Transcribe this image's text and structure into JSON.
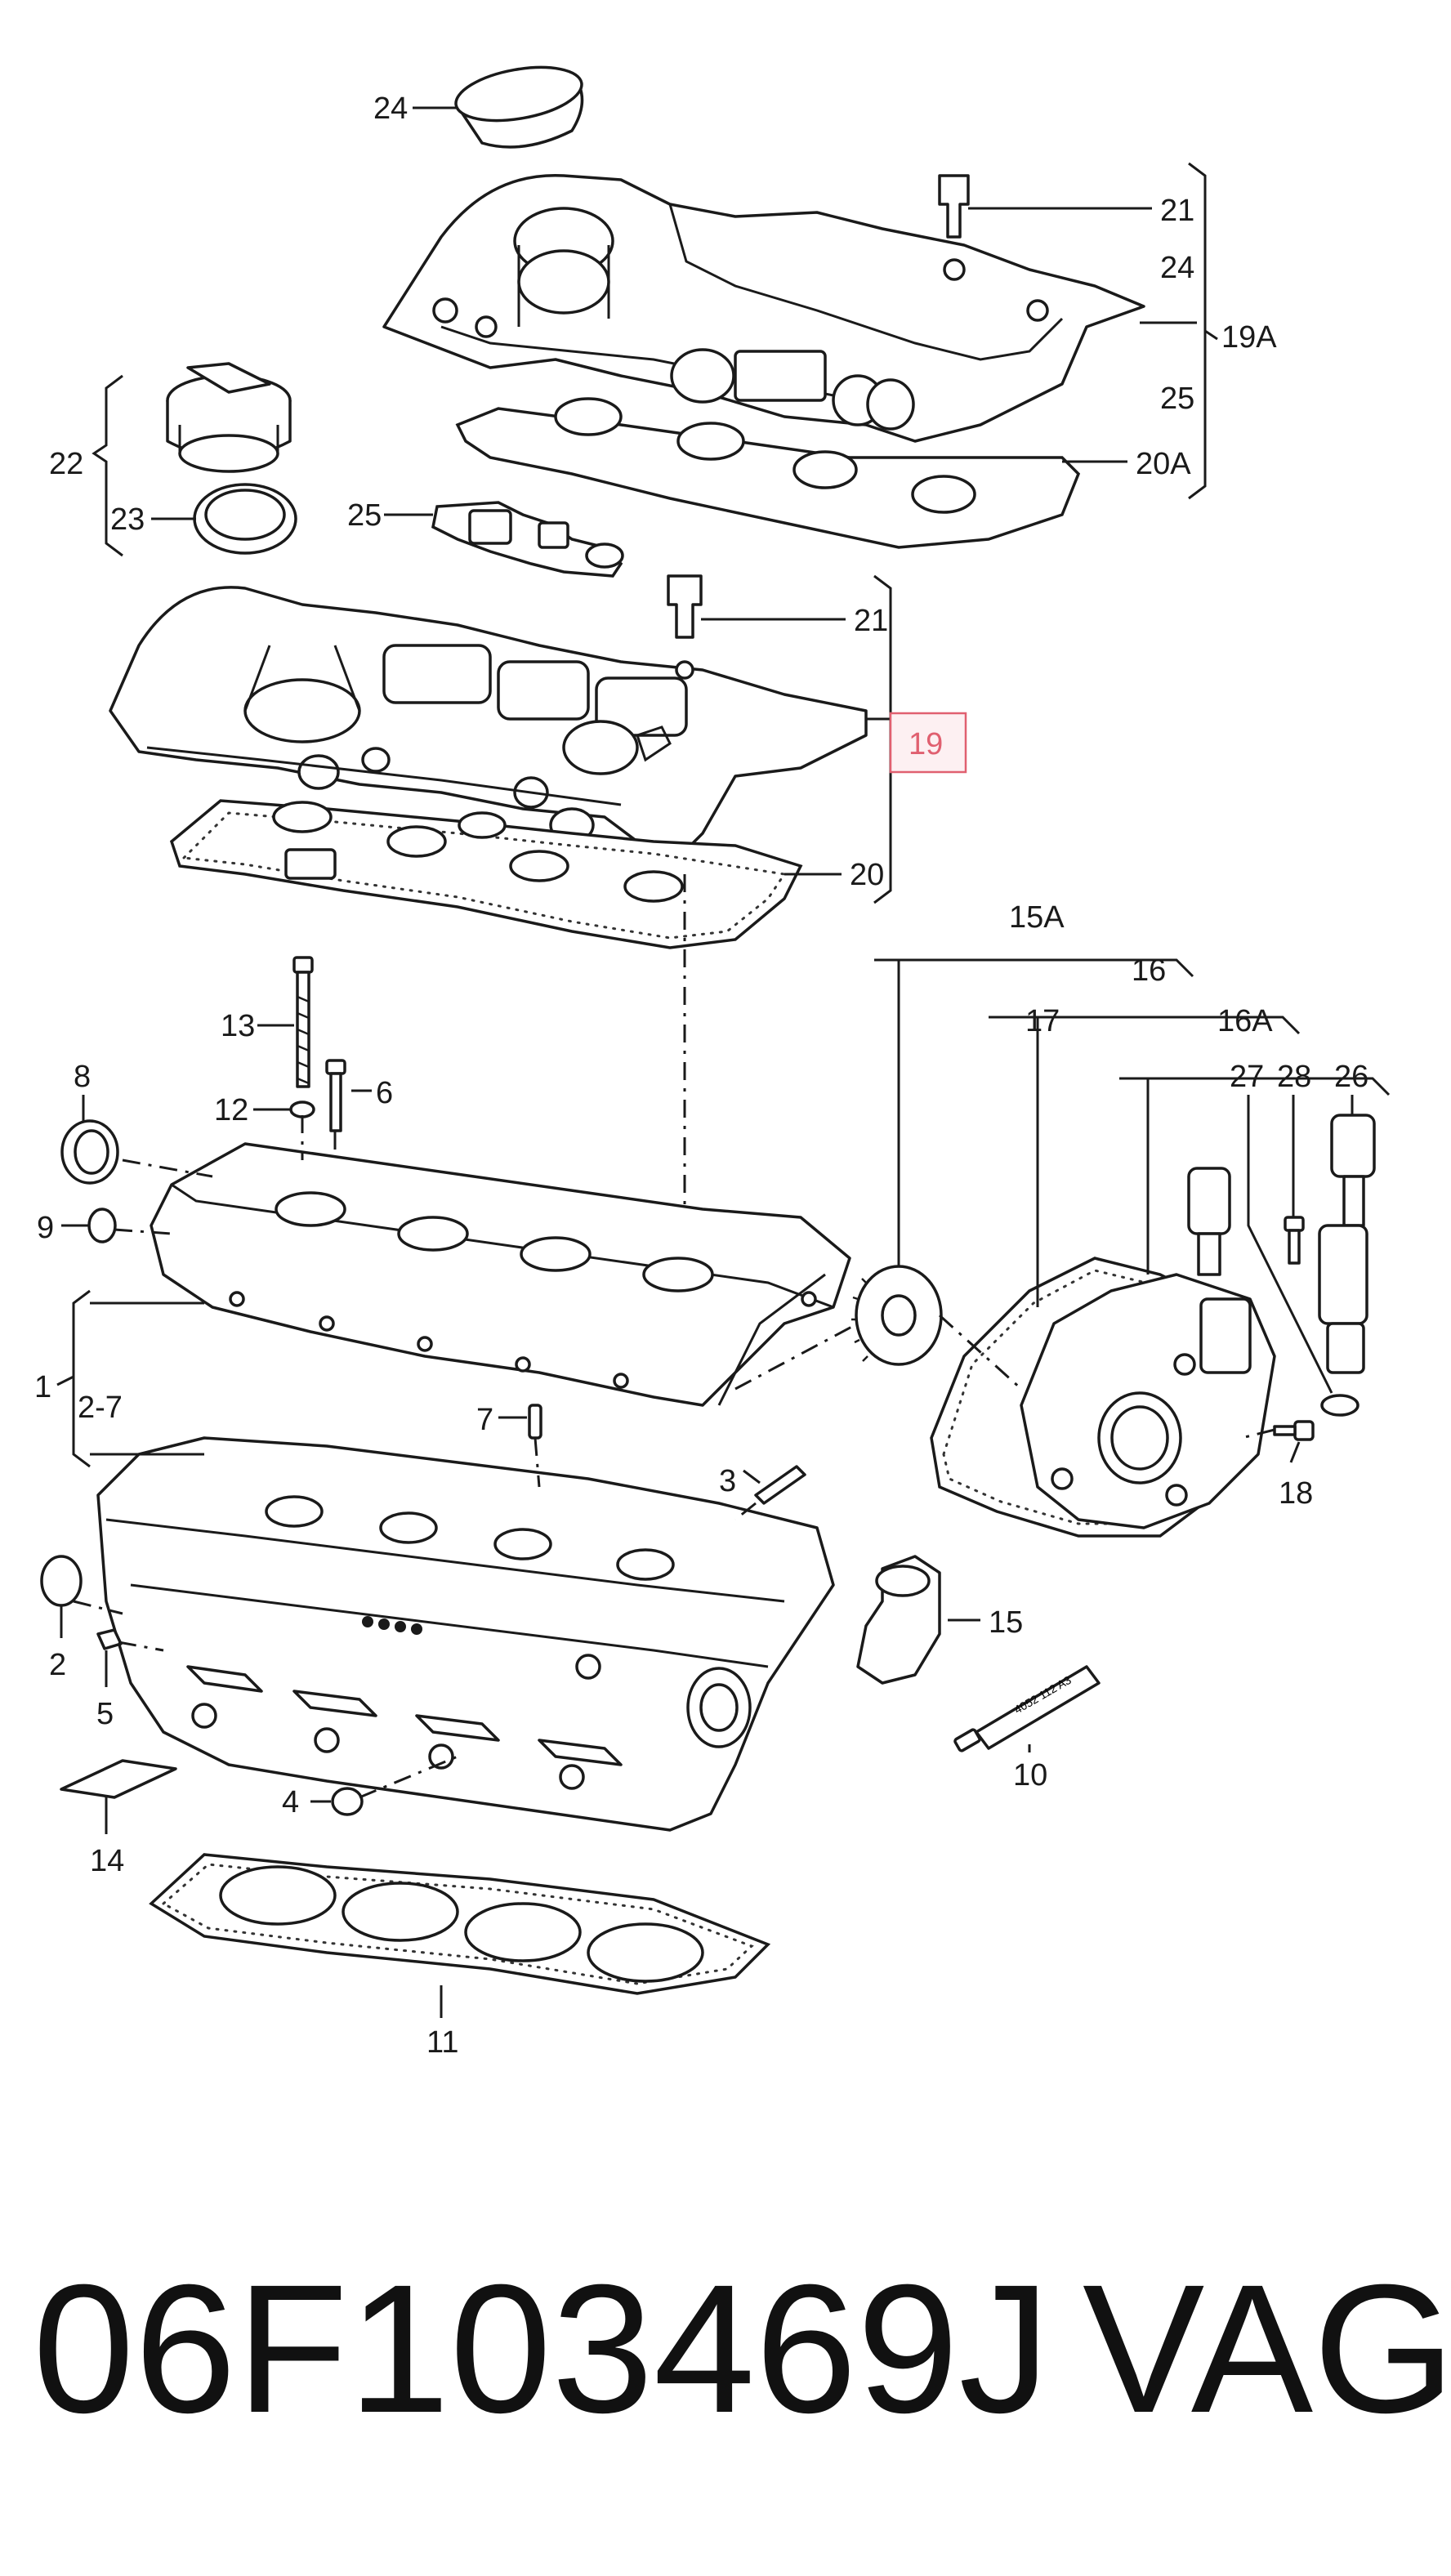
{
  "diagram": {
    "labels": {
      "l24_top": "24",
      "l21_a": "21",
      "l24_b": "24",
      "l19A": "19A",
      "l25_a": "25",
      "l20A": "20A",
      "l22": "22",
      "l23": "23",
      "l25_b": "25",
      "l21_b": "21",
      "l19": "19",
      "l20": "20",
      "l15A": "15A",
      "l16": "16",
      "l17": "17",
      "l16A": "16A",
      "l27": "27",
      "l28": "28",
      "l26": "26",
      "l13": "13",
      "l12": "12",
      "l6": "6",
      "l8": "8",
      "l9": "9",
      "l1": "1",
      "l2_7": "2-7",
      "l7": "7",
      "l3": "3",
      "l18": "18",
      "l15": "15",
      "l2": "2",
      "l5": "5",
      "l10": "10",
      "l4": "4",
      "l14": "14",
      "l11": "11"
    },
    "tube_text": "4052 112 A3",
    "highlight_color": "#e06070"
  },
  "footer": {
    "part_number": "06F103469J",
    "brand": "VAG"
  }
}
